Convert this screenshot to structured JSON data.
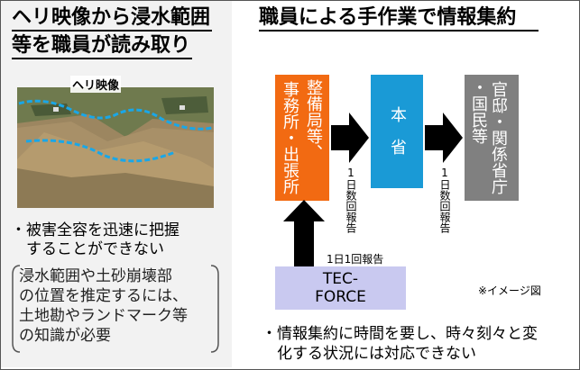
{
  "left": {
    "title_line1": "ヘリ映像から浸水範囲",
    "title_line2": "等を職員が読み取り",
    "photo_caption": "ヘリ映像",
    "bullet_line1": "・被害全容を迅速に把握",
    "bullet_line2": "　することができない",
    "note_lines": [
      "浸水範囲や土砂崩壊部",
      "の位置を推定するには、",
      "土地勘やランドマーク等",
      "の知識が必要"
    ]
  },
  "right": {
    "title": "職員による手作業で情報集約",
    "box_office_col1": "事務所・出張所",
    "box_office_col2": "整備局等、",
    "box_ministry": "本　省",
    "box_cabinet_col1": "官邸・関係省庁",
    "box_cabinet_col2": "・国民等",
    "label_reports_1": "1日数回報告",
    "label_reports_2": "1日数回報告",
    "label_daily": "1日1回報告",
    "tec_line1": "TEC-",
    "tec_line2": "FORCE",
    "image_note": "※イメージ図",
    "bottom_line1": "・情報集約に時間を要し、時々刻々と変",
    "bottom_line2": "　化する状況には対応できない"
  },
  "colors": {
    "orange": "#f26a12",
    "blue": "#1a9ad6",
    "gray": "#808080",
    "tec": "#c9c9f0"
  }
}
